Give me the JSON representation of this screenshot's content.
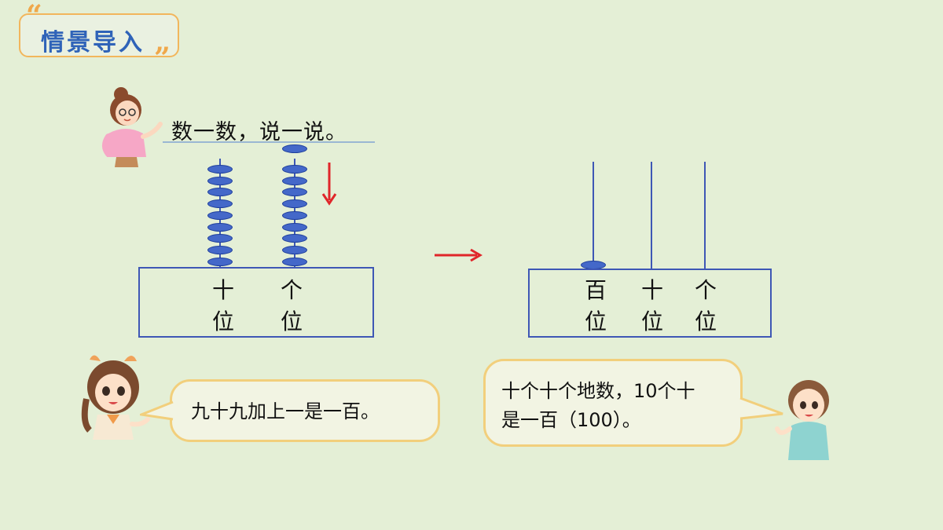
{
  "header": {
    "title": "情景导入",
    "quote_open": "“",
    "quote_close": "”"
  },
  "prompt": {
    "text": "数一数，说一说。"
  },
  "left_abacus": {
    "places": [
      {
        "top": "十",
        "bottom": "位"
      },
      {
        "top": "个",
        "bottom": "位"
      }
    ]
  },
  "right_abacus": {
    "places": [
      {
        "top": "百",
        "bottom": "位"
      },
      {
        "top": "十",
        "bottom": "位"
      },
      {
        "top": "个",
        "bottom": "位"
      }
    ]
  },
  "bubbles": {
    "girl": {
      "text": "九十九加上一是一百。"
    },
    "boy": {
      "line1": "十个十个地数，10个十",
      "line2": "是一百（100）。"
    }
  },
  "colors": {
    "bead": "#4468c9",
    "arrow": "#e0262a",
    "rod": "#3e57b5",
    "bubble_border": "#f2cf7c",
    "title": "#2f63b8"
  }
}
